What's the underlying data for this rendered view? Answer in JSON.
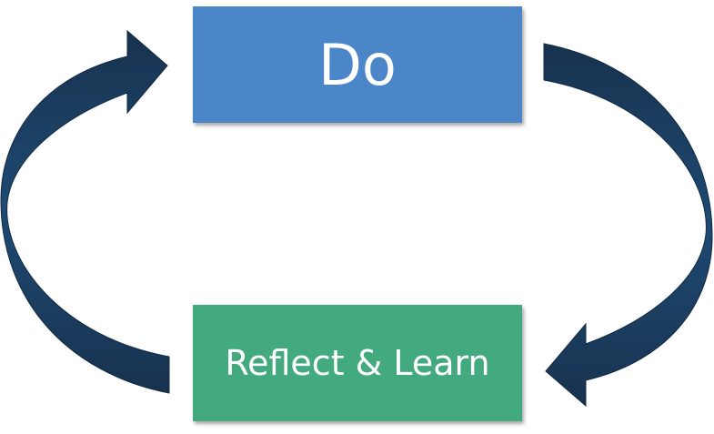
{
  "nodes": {
    "top": {
      "label": "Do",
      "color": "#4a86c8"
    },
    "bottom": {
      "label": "Reflect & Learn",
      "color": "#43aa7f"
    }
  },
  "arrows": {
    "color": "#1f4e79",
    "right": {
      "from": "Do",
      "to": "Reflect & Learn"
    },
    "left": {
      "from": "Reflect & Learn",
      "to": "Do"
    }
  }
}
